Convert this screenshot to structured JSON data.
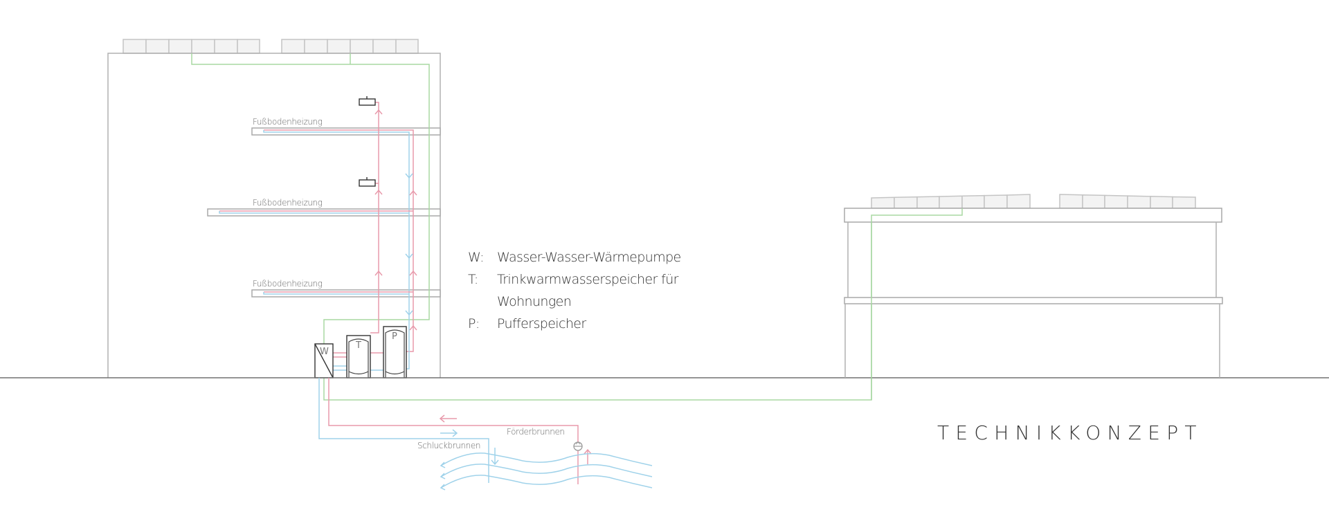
{
  "title": "TECHNIKKONZEPT",
  "labels": {
    "floor_heating": "Fußbodenheizung",
    "injection_well": "Schluckbrunnen",
    "supply_well": "Förderbrunnen"
  },
  "devices": {
    "heat_pump": "W",
    "hot_water_tank": "T",
    "buffer_tank": "P"
  },
  "legend": [
    {
      "key": "W:",
      "text": "Wasser-Wasser-Wärmepumpe"
    },
    {
      "key": "T:",
      "text": "Trinkwarmwasserspeicher für"
    },
    {
      "key": "",
      "text": "Wohnungen"
    },
    {
      "key": "P:",
      "text": "Pufferspeicher"
    }
  ],
  "colors": {
    "supply_pipe": "#e89aab",
    "return_pipe": "#9fd2ea",
    "solar_line": "#a8d8a2",
    "structure": "#b0b0b0"
  }
}
